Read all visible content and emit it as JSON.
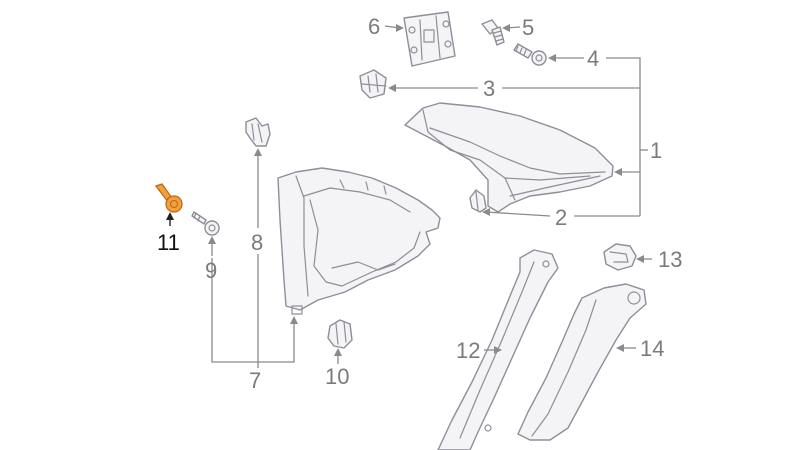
{
  "diagram": {
    "highlight_color": "#f2a03a",
    "callouts": [
      {
        "id": "1",
        "label": "1"
      },
      {
        "id": "2",
        "label": "2"
      },
      {
        "id": "3",
        "label": "3"
      },
      {
        "id": "4",
        "label": "4"
      },
      {
        "id": "5",
        "label": "5"
      },
      {
        "id": "6",
        "label": "6"
      },
      {
        "id": "7",
        "label": "7"
      },
      {
        "id": "8",
        "label": "8"
      },
      {
        "id": "9",
        "label": "9"
      },
      {
        "id": "10",
        "label": "10"
      },
      {
        "id": "11",
        "label": "11",
        "highlighted": true
      },
      {
        "id": "12",
        "label": "12"
      },
      {
        "id": "13",
        "label": "13"
      },
      {
        "id": "14",
        "label": "14"
      }
    ]
  }
}
